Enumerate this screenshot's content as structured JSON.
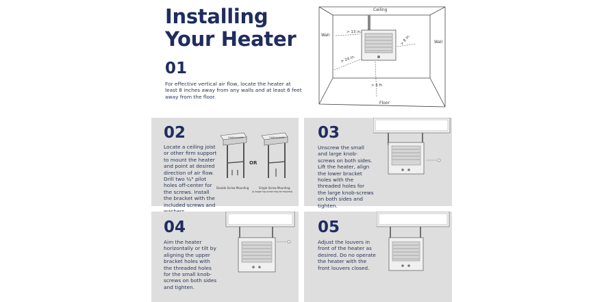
{
  "title_line1": "Installing",
  "title_line2": "Your Heater",
  "steps": [
    {
      "number": "01",
      "text": "For effective vertical air flow, locate the heater at least 8 inches away from any walls and at least 6 feet away from the floor."
    },
    {
      "number": "02",
      "text": "Locate a ceiling joist or other firm support to mount the heater and point at desired direction of air flow. Drill two ¼\" pilot holes off-center for the screws. Install the bracket with the included screws and washers."
    },
    {
      "number": "03",
      "text": "Unscrew the small and large knob-screws on both sides. Lift the heater, align the lower bracket holes with the threaded holes for the large knob-screws on both sides and tighten."
    },
    {
      "number": "04",
      "text": "Aim the heater horizontally or tilt by aligning the upper bracket holes with the threaded holes for the small knob-screws on both sides and tighten."
    },
    {
      "number": "05",
      "text": "Adjust the louvers in front of the heater as desired. Do no operate the heater with the front louvers closed."
    }
  ],
  "room_labels": {
    "ceiling": "Ceiling",
    "wall_left": "Wall",
    "wall_right": "Wall",
    "floor": "Floor",
    "d13": "> 13 in.",
    "d8": "> 8 in.",
    "d24": "> 24 in.",
    "d6": "> 6 ft."
  },
  "mount_labels": {
    "or": "OR",
    "double": "Double Screw Mounting",
    "single": "Single Screw Mounting",
    "single_note": "(a longer lag screw may be required)",
    "joist1": "Ceiling Joist",
    "joist2": "Ceiling Joist"
  },
  "colors": {
    "title": "#1f2d5e",
    "panel": "#dedede"
  }
}
